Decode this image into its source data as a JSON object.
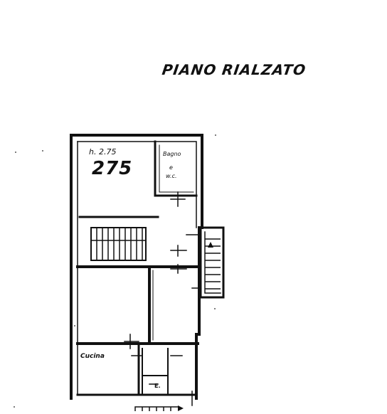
{
  "plan": {
    "title": "PIANO RIALZATO",
    "height_label": "h. 2.75",
    "unit_number": "275",
    "bathroom_label": [
      "Bagno",
      "e",
      "w.c."
    ],
    "kitchen_label": "Cucina",
    "small_label": "E."
  },
  "colors": {
    "line": "#111111",
    "background": "#ffffff"
  }
}
